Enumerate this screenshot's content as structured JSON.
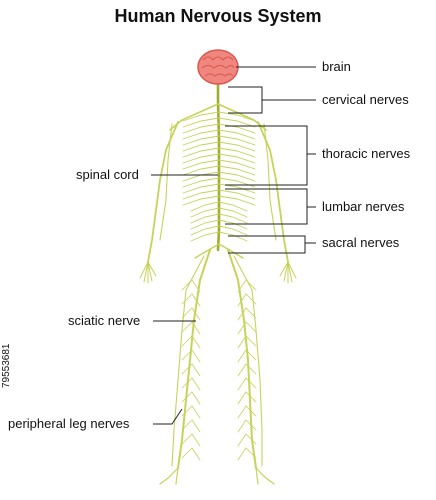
{
  "title": "Human Nervous System",
  "labels": {
    "brain": "brain",
    "cervical": "cervical nerves",
    "thoracic": "thoracic nerves",
    "spinal_cord": "spinal cord",
    "lumbar": "lumbar nerves",
    "sacral": "sacral nerves",
    "sciatic": "sciatic nerve",
    "peripheral_leg": "peripheral leg nerves"
  },
  "watermark": "79553681",
  "colors": {
    "nerve": "#c6d35a",
    "nerve_dark": "#9fae2f",
    "brain_fill": "#f0877f",
    "brain_stroke": "#d9574f",
    "leader": "#222222"
  }
}
